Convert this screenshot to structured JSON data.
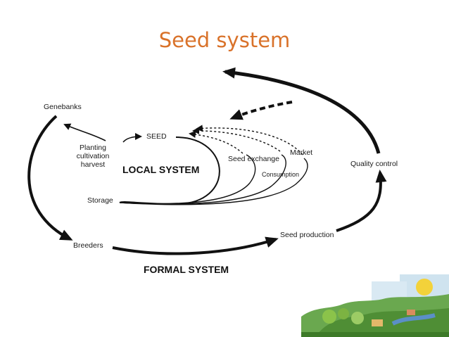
{
  "slide": {
    "title": "Seed system"
  },
  "diagram": {
    "labels": {
      "genebanks": "Genebanks",
      "seed": "SEED",
      "planting": [
        "Planting",
        "cultivation",
        "harvest"
      ],
      "local_system": "LOCAL SYSTEM",
      "seed_exchange": "Seed exchange",
      "market": "Market",
      "consumption": "Consumption",
      "storage": "Storage",
      "quality_control": "Quality control",
      "breeders": "Breeders",
      "seed_production": "Seed production",
      "formal_system": "FORMAL SYSTEM"
    }
  },
  "colors": {
    "title": "#d9722a",
    "ink": "#111111"
  }
}
